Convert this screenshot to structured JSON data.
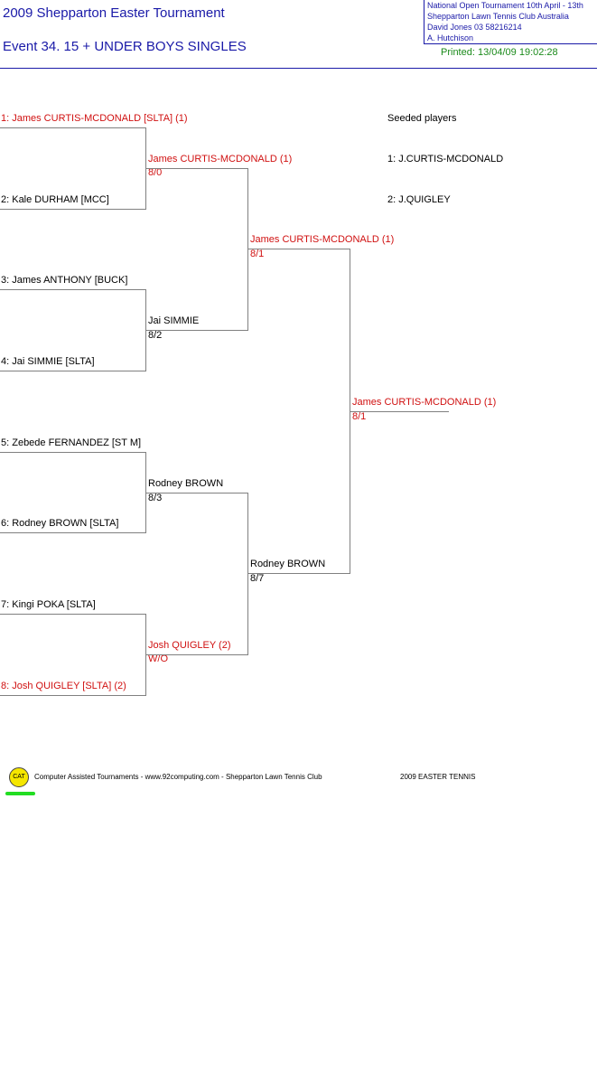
{
  "header": {
    "title_line1": "2009 Shepparton Easter Tournament",
    "title_line2": "Event 34. 15 + UNDER BOYS SINGLES",
    "info": [
      "National Open Tournament   10th April - 13th",
      "Shepparton Lawn Tennis Club    Australia",
      "David Jones    03 58216214",
      "A. Hutchison"
    ],
    "printed": "Printed: 13/04/09 19:02:28"
  },
  "draw": {
    "round1": [
      {
        "label": "1: James CURTIS-MCDONALD [SLTA] (1)",
        "seeded": true
      },
      {
        "label": "2: Kale DURHAM [MCC]",
        "seeded": false
      },
      {
        "label": "3: James ANTHONY [BUCK]",
        "seeded": false
      },
      {
        "label": "4: Jai SIMMIE [SLTA]",
        "seeded": false
      },
      {
        "label": "5: Zebede FERNANDEZ [ST M]",
        "seeded": false
      },
      {
        "label": "6: Rodney BROWN [SLTA]",
        "seeded": false
      },
      {
        "label": "7: Kingi POKA [SLTA]",
        "seeded": false
      },
      {
        "label": "8: Josh QUIGLEY [SLTA] (2)",
        "seeded": true
      }
    ],
    "round2": [
      {
        "name": "James CURTIS-MCDONALD (1)",
        "score": "8/0",
        "seeded": true
      },
      {
        "name": "Jai SIMMIE",
        "score": "8/2",
        "seeded": false
      },
      {
        "name": "Rodney BROWN",
        "score": "8/3",
        "seeded": false
      },
      {
        "name": "Josh QUIGLEY (2)",
        "score": "W/O",
        "seeded": true
      }
    ],
    "semifinals": [
      {
        "name": "James CURTIS-MCDONALD (1)",
        "score": "8/1",
        "seeded": true
      },
      {
        "name": "Rodney BROWN",
        "score": "8/7",
        "seeded": false
      }
    ],
    "final": {
      "name": "James CURTIS-MCDONALD (1)",
      "score": "8/1",
      "seeded": true
    }
  },
  "seeds": {
    "heading": "Seeded players",
    "list": [
      "1: J.CURTIS-MCDONALD",
      "2: J.QUIGLEY"
    ]
  },
  "footer": {
    "logo_text": "CAT",
    "credit": "Computer Assisted Tournaments - www.92computing.com -  Shepparton Lawn Tennis Club",
    "event": "2009 EASTER TENNIS"
  },
  "colors": {
    "title": "#1a1aa8",
    "seeded_text": "#d01010",
    "printed": "#1a8a1a",
    "bracket_lines": "#808080",
    "logo_yellow": "#f5e600",
    "logo_bar": "#22dd22"
  }
}
